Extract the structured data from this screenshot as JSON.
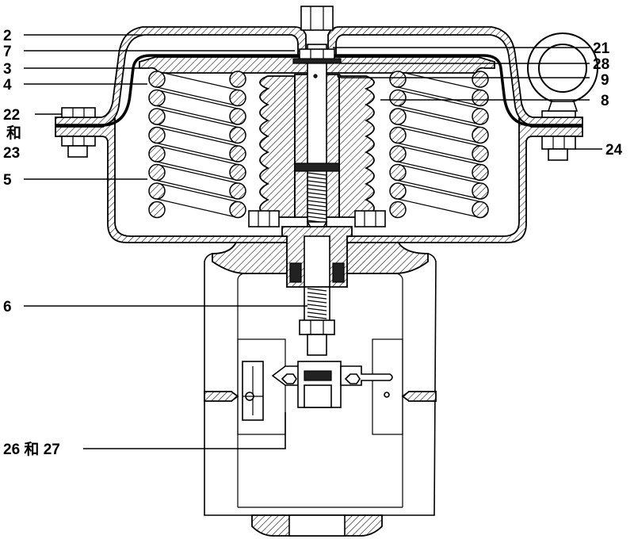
{
  "callouts": {
    "c2": "2",
    "c7": "7",
    "c3": "3",
    "c4": "4",
    "c22": "22",
    "c_he_left": "和",
    "c23": "23",
    "c5": "5",
    "c6": "6",
    "c26_27": "26 和 27",
    "c21": "21",
    "c28": "28",
    "c9": "9",
    "c8": "8",
    "c24": "24"
  }
}
